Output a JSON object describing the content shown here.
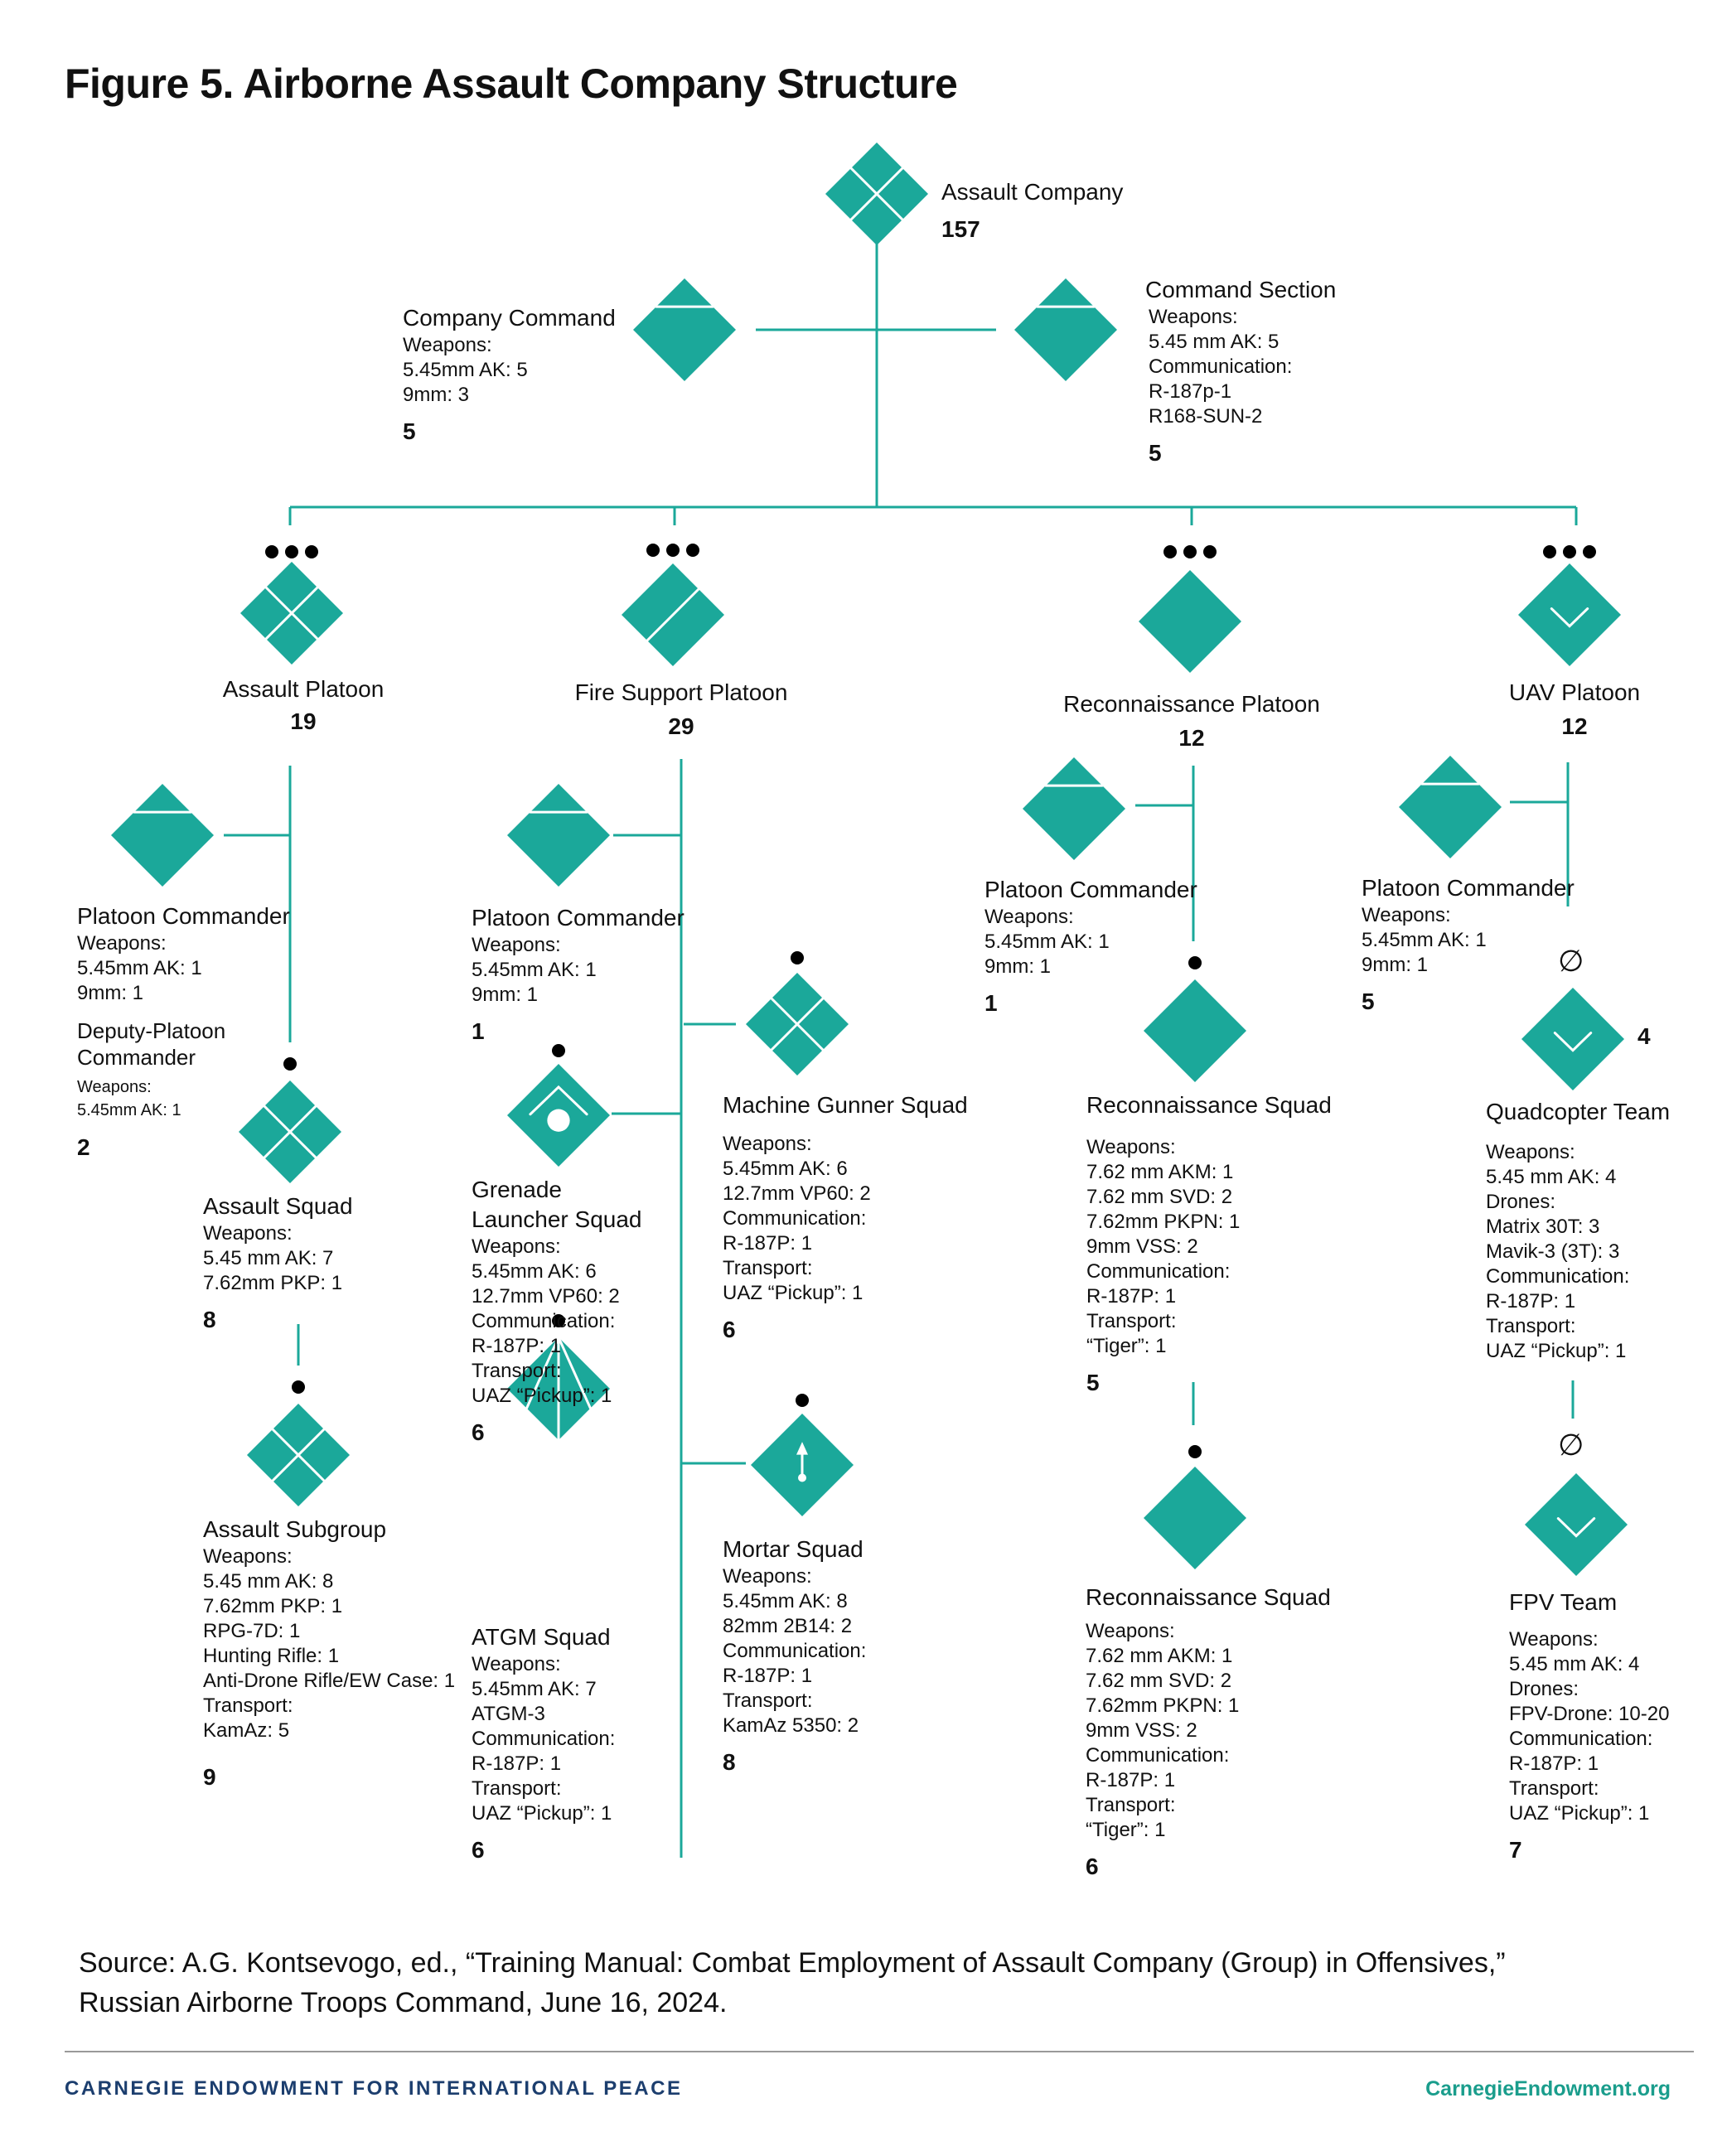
{
  "title": "Figure 5. Airborne Assault Company Structure",
  "colors": {
    "accent": "#1BA89A",
    "line": "#1BA89A",
    "dot": "#000000",
    "footer_left": "#1c3e6e",
    "footer_right": "#1a9d8c"
  },
  "nodes": {
    "assault_company": {
      "name": "Assault Company",
      "count": "157"
    },
    "company_command": {
      "name": "Company Command",
      "lines": [
        "Weapons:",
        "5.45mm AK: 5",
        "9mm: 3"
      ],
      "count": "5"
    },
    "command_section": {
      "name": "Command Section",
      "lines": [
        "Weapons:",
        "5.45 mm AK: 5",
        "Communication:",
        "R-187p-1",
        "R168-SUN-2"
      ],
      "count": "5"
    },
    "assault_platoon": {
      "name": "Assault Platoon",
      "count": "19"
    },
    "fire_support_platoon": {
      "name": "Fire Support Platoon",
      "count": "29"
    },
    "recon_platoon": {
      "name": "Reconnaissance Platoon",
      "count": "12"
    },
    "uav_platoon": {
      "name": "UAV Platoon",
      "count": "12"
    },
    "ap_commander": {
      "name": "Platoon Commander",
      "lines": [
        "Weapons:",
        "5.45mm AK: 1",
        "9mm: 1"
      ],
      "deputy_name": [
        "Deputy-Platoon",
        "Commander"
      ],
      "deputy_lines": [
        "Weapons:",
        "5.45mm AK: 1"
      ],
      "count": "2"
    },
    "assault_squad": {
      "name": "Assault Squad",
      "lines": [
        "Weapons:",
        "5.45 mm AK: 7",
        "7.62mm PKP: 1"
      ],
      "count": "8"
    },
    "assault_subgroup": {
      "name": "Assault Subgroup",
      "lines": [
        "Weapons:",
        "5.45 mm AK: 8",
        "7.62mm PKP: 1",
        "RPG-7D: 1",
        "Hunting Rifle: 1",
        "Anti-Drone Rifle/EW Case: 1",
        "Transport:",
        "KamAz: 5"
      ],
      "count": "9"
    },
    "fs_commander": {
      "name": "Platoon Commander",
      "lines": [
        "Weapons:",
        "5.45mm AK: 1",
        "9mm: 1"
      ],
      "count": "1"
    },
    "grenade_squad": {
      "name": [
        "Grenade",
        "Launcher Squad"
      ],
      "lines": [
        "Weapons:",
        "5.45mm AK: 6",
        "12.7mm VP60: 2",
        "Communication:",
        "R-187P: 1",
        "Transport:",
        "UAZ “Pickup”: 1"
      ],
      "count": "6"
    },
    "atgm_squad": {
      "name": "ATGM Squad",
      "lines": [
        "Weapons:",
        "5.45mm AK: 7",
        "ATGM-3",
        "Communication:",
        "R-187P: 1",
        "Transport:",
        "UAZ “Pickup”: 1"
      ],
      "count": "6"
    },
    "mg_squad": {
      "name": "Machine Gunner Squad",
      "lines": [
        "Weapons:",
        "5.45mm AK: 6",
        "12.7mm VP60: 2",
        "Communication:",
        "R-187P: 1",
        "Transport:",
        "UAZ “Pickup”: 1"
      ],
      "count": "6"
    },
    "mortar_squad": {
      "name": "Mortar Squad",
      "lines": [
        "Weapons:",
        "5.45mm AK: 8",
        "82mm 2B14: 2",
        "Communication:",
        "R-187P: 1",
        "Transport:",
        "KamAz 5350: 2"
      ],
      "count": "8"
    },
    "rp_commander": {
      "name": "Platoon Commander",
      "lines": [
        "Weapons:",
        "5.45mm AK: 1",
        "9mm: 1"
      ],
      "count": "1"
    },
    "recon_squad_1": {
      "name": "Reconnaissance Squad",
      "lines": [
        "Weapons:",
        "7.62 mm AKM: 1",
        "7.62 mm SVD: 2",
        "7.62mm PKPN: 1",
        "9mm VSS: 2",
        "Communication:",
        "R-187P: 1",
        "Transport:",
        "“Tiger”: 1"
      ],
      "count": "5"
    },
    "recon_squad_2": {
      "name": "Reconnaissance Squad",
      "lines": [
        "Weapons:",
        "7.62 mm AKM: 1",
        "7.62 mm SVD: 2",
        "7.62mm PKPN: 1",
        "9mm VSS: 2",
        "Communication:",
        "R-187P: 1",
        "Transport:",
        "“Tiger”: 1"
      ],
      "count": "6"
    },
    "uav_commander": {
      "name": "Platoon Commander",
      "lines": [
        "Weapons:",
        "5.45mm AK: 1",
        "9mm: 1"
      ],
      "count": "5"
    },
    "quadcopter_team": {
      "name": "Quadcopter Team",
      "lines": [
        "Weapons:",
        "5.45 mm AK: 4",
        "Drones:",
        "Matrix 30T: 3",
        "Mavik-3 (3T): 3",
        "Communication:",
        "R-187P: 1",
        "Transport:",
        "UAZ “Pickup”: 1"
      ],
      "count": "4"
    },
    "fpv_team": {
      "name": "FPV Team",
      "lines": [
        "Weapons:",
        "5.45 mm AK: 4",
        "Drones:",
        "FPV-Drone: 10-20",
        "Communication:",
        "R-187P: 1",
        "Transport:",
        "UAZ “Pickup”: 1"
      ],
      "count": "7"
    }
  },
  "symbols": {
    "team": "∅"
  },
  "source": [
    "Source: A.G. Kontsevogo, ed., “Training Manual: Combat Employment of Assault Company (Group) in Offensives,”",
    "Russian Airborne Troops Command, June 16, 2024."
  ],
  "footer": {
    "org": "CARNEGIE ENDOWMENT FOR INTERNATIONAL PEACE",
    "url": "CarnegieEndowment.org"
  }
}
